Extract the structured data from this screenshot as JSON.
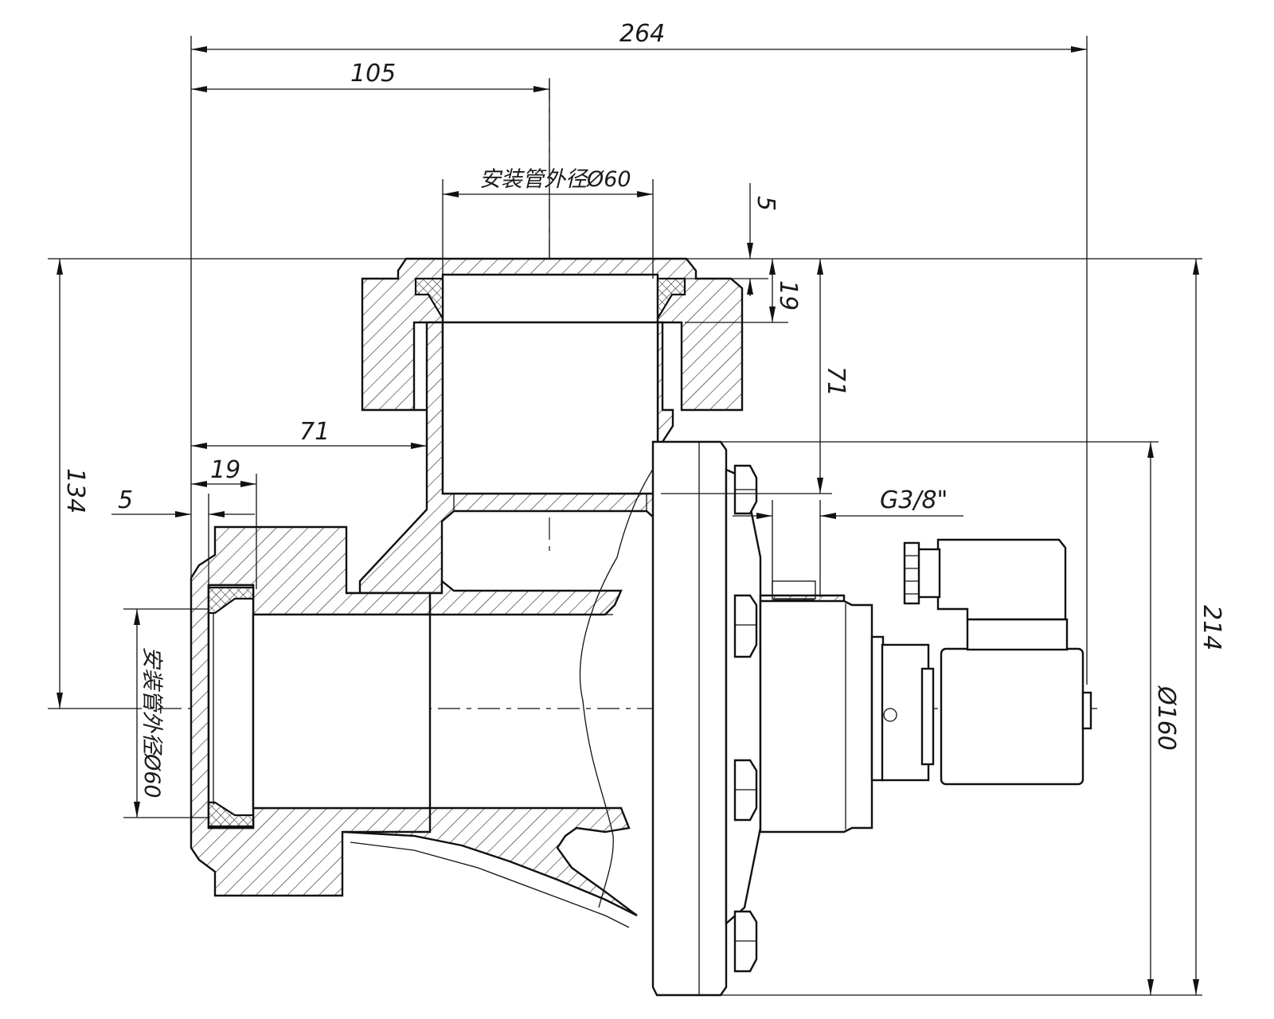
{
  "colors": {
    "line": "#111111",
    "background": "#ffffff"
  },
  "dimensions": {
    "overall_length": "264",
    "inlet_offset": "105",
    "top_pipe_od": "安装管外径Ø60",
    "top_seal_gap": "5",
    "top_seal_depth": "19",
    "top_pipe_height": "71",
    "side_pipe_offset": "71",
    "side_seal_depth": "19",
    "side_seal_gap": "5",
    "left_height": "134",
    "side_pipe_od": "安装管外径Ø60",
    "port_thread": "G3/8\"",
    "flange_diameter": "Ø160",
    "overall_height": "214"
  }
}
